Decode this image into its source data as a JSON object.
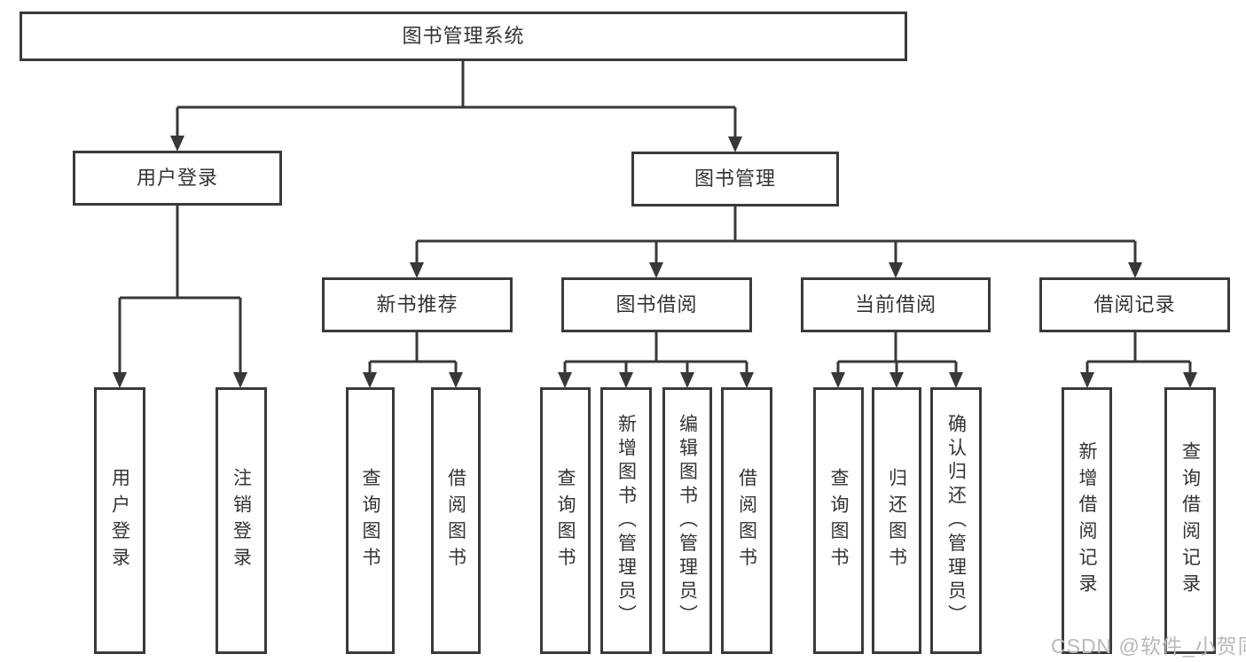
{
  "diagram": {
    "root": {
      "label": "图书管理系统"
    },
    "level2": [
      {
        "label": "用户登录"
      },
      {
        "label": "图书管理"
      }
    ],
    "level3": [
      {
        "label": "新书推荐"
      },
      {
        "label": "图书借阅"
      },
      {
        "label": "当前借阅"
      },
      {
        "label": "借阅记录"
      }
    ],
    "leaves": [
      {
        "label": "用户登录"
      },
      {
        "label": "注销登录"
      },
      {
        "label": "查询图书"
      },
      {
        "label": "借阅图书"
      },
      {
        "label": "查询图书"
      },
      {
        "label": "新增图书（管理员）"
      },
      {
        "label": "编辑图书（管理员）"
      },
      {
        "label": "借阅图书"
      },
      {
        "label": "查询图书"
      },
      {
        "label": "归还图书"
      },
      {
        "label": "确认归还（管理员）"
      },
      {
        "label": "新增借阅记录"
      },
      {
        "label": "查询借阅记录"
      }
    ],
    "colors": {
      "line": "#383838",
      "box_border": "#3a3a3a",
      "text": "#333333",
      "background": "#ffffff",
      "watermark": "#b9b9b9"
    }
  },
  "watermark": {
    "text": "CSDN @软件_小贺同学"
  }
}
